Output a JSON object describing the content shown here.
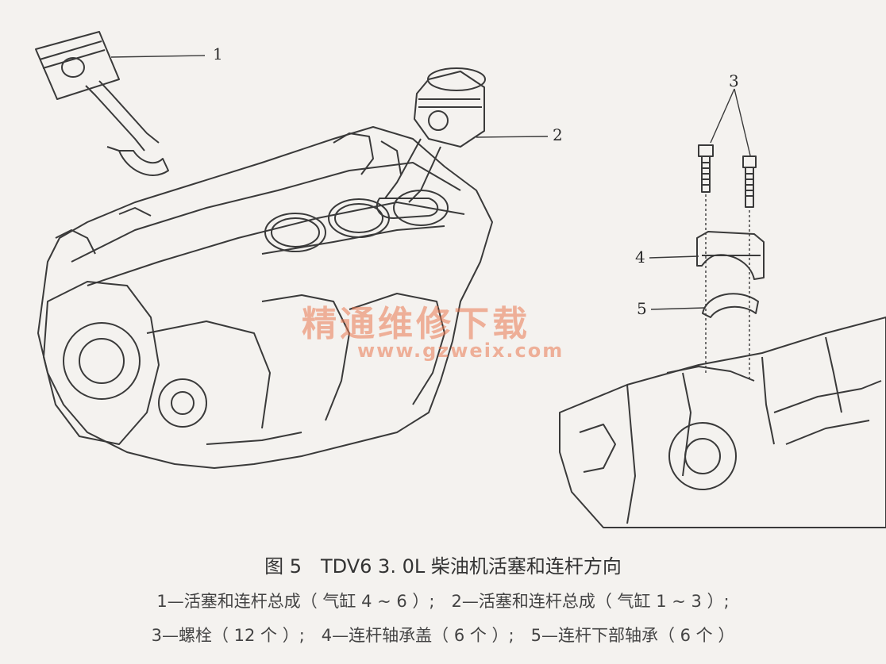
{
  "callouts": {
    "c1": "1",
    "c2": "2",
    "c3": "3",
    "c4": "4",
    "c5": "5"
  },
  "watermark": {
    "text": "精通维修下载",
    "url": "www.gzweix.com",
    "color": "#ea7850"
  },
  "caption": {
    "title": "图 5　TDV6 3. 0L 柴油机活塞和连杆方向",
    "line1": "1—活塞和连杆总成（ 气缸 4 ~ 6 ）;　2—活塞和连杆总成（ 气缸 1 ~ 3 ）;",
    "line2": "3—螺栓（ 12 个 ）;　4—连杆轴承盖（ 6 个 ）;　5—连杆下部轴承（ 6 个 ）"
  }
}
